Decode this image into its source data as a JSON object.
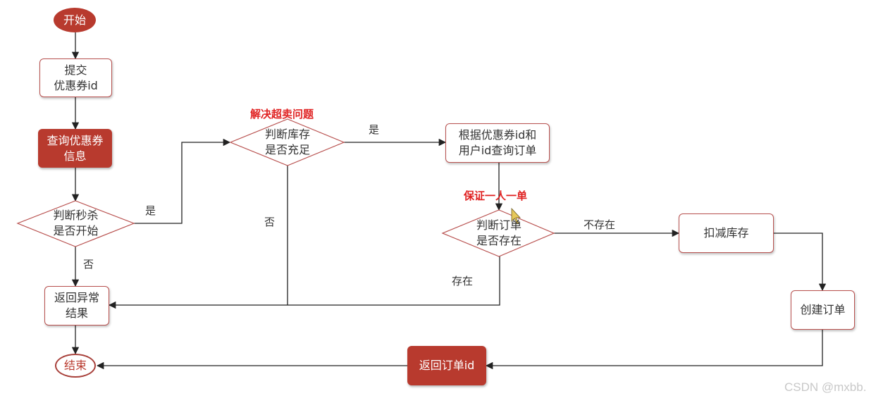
{
  "nodes": {
    "start": "开始",
    "submit": "提交\n优惠券id",
    "query_coupon": "查询优惠券\n信息",
    "check_seckill": "判断秒杀\n是否开始",
    "check_stock": "判断库存\n是否充足",
    "query_order": "根据优惠券id和\n用户id查询订单",
    "check_order": "判断订单\n是否存在",
    "deduct_stock": "扣减库存",
    "create_order": "创建订单",
    "return_error": "返回异常\n结果",
    "return_order_id": "返回订单id",
    "end": "结束"
  },
  "edge_labels": {
    "seckill_yes": "是",
    "seckill_no": "否",
    "stock_yes": "是",
    "stock_no": "否",
    "order_not_exist": "不存在",
    "order_exist": "存在"
  },
  "annotations": {
    "oversell": "解决超卖问题",
    "one_per_user": "保证一人一单"
  },
  "watermark": "CSDN @mxbb.",
  "colors": {
    "accent_fill": "#b83a2e",
    "node_border": "#b8504e",
    "annotation": "#e02222",
    "edge": "#222222"
  }
}
